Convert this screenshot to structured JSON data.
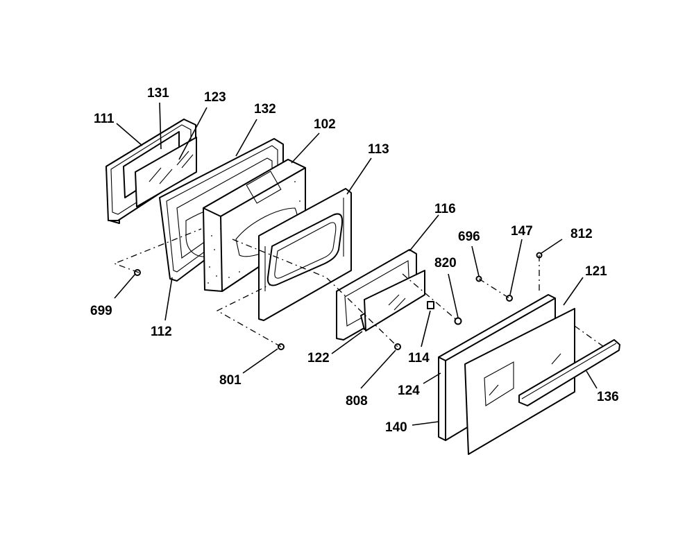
{
  "diagram": {
    "parts": [
      {
        "id": "p111",
        "label": "111"
      },
      {
        "id": "p131",
        "label": "131"
      },
      {
        "id": "p123",
        "label": "123"
      },
      {
        "id": "p132",
        "label": "132"
      },
      {
        "id": "p102",
        "label": "102"
      },
      {
        "id": "p113",
        "label": "113"
      },
      {
        "id": "p116",
        "label": "116"
      },
      {
        "id": "p696",
        "label": "696"
      },
      {
        "id": "p147",
        "label": "147"
      },
      {
        "id": "p812",
        "label": "812"
      },
      {
        "id": "p820",
        "label": "820"
      },
      {
        "id": "p121",
        "label": "121"
      },
      {
        "id": "p699",
        "label": "699"
      },
      {
        "id": "p112",
        "label": "112"
      },
      {
        "id": "p801",
        "label": "801"
      },
      {
        "id": "p122",
        "label": "122"
      },
      {
        "id": "p114",
        "label": "114"
      },
      {
        "id": "p808",
        "label": "808"
      },
      {
        "id": "p124",
        "label": "124"
      },
      {
        "id": "p136",
        "label": "136"
      },
      {
        "id": "p140",
        "label": "140"
      }
    ]
  }
}
